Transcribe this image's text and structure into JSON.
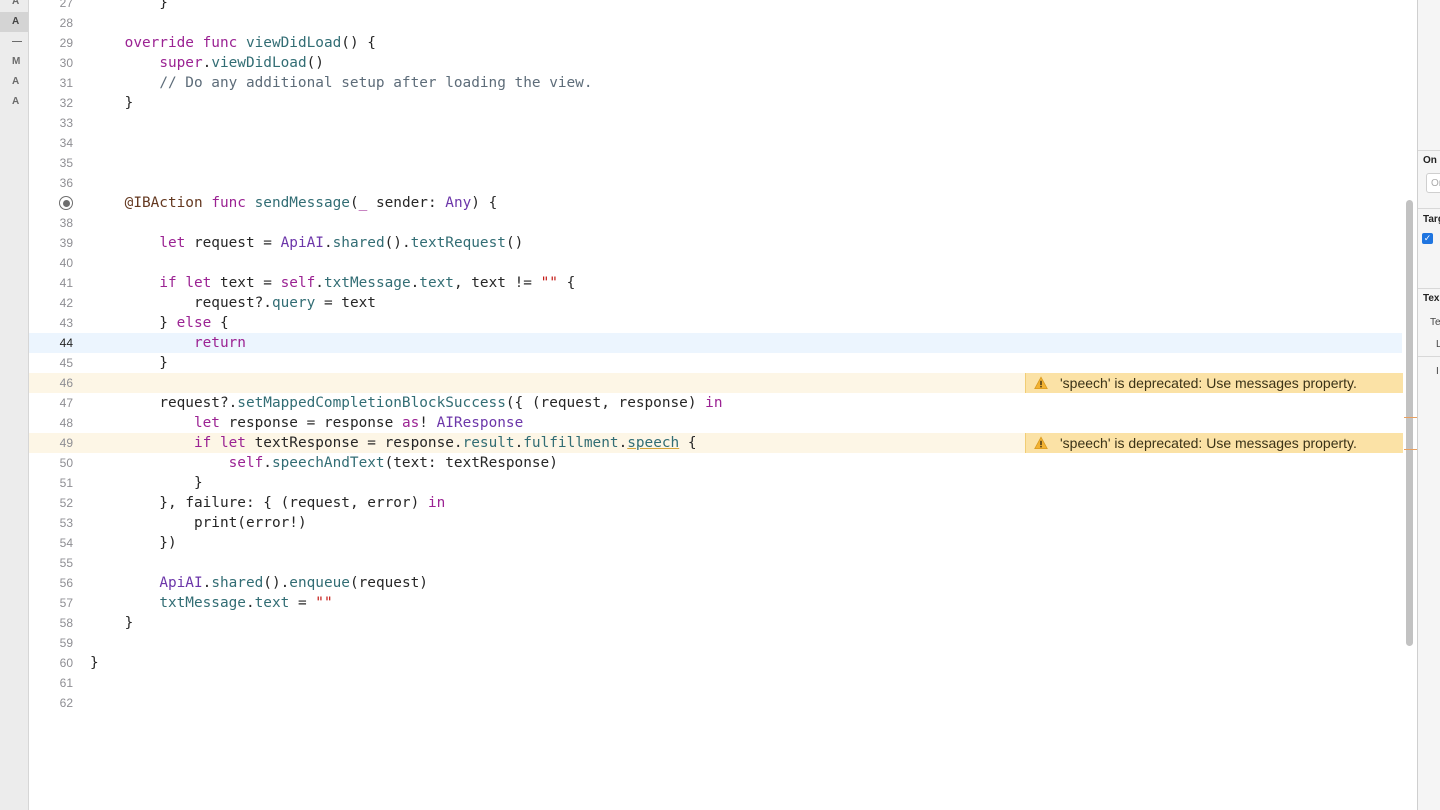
{
  "scm_status": {
    "badges": [
      "A",
      "A",
      "—",
      "M",
      "A",
      "A"
    ],
    "selected_index": 1
  },
  "editor": {
    "current_line": 44,
    "lines": [
      {
        "n": "27",
        "text": "        }"
      },
      {
        "n": "28",
        "text": ""
      },
      {
        "n": "29",
        "text": "    override func viewDidLoad() {"
      },
      {
        "n": "30",
        "text": "        super.viewDidLoad()"
      },
      {
        "n": "31",
        "text": "        // Do any additional setup after loading the view."
      },
      {
        "n": "32",
        "text": "    }"
      },
      {
        "n": "33",
        "text": ""
      },
      {
        "n": "34",
        "text": ""
      },
      {
        "n": "35",
        "text": ""
      },
      {
        "n": "36",
        "text": ""
      },
      {
        "n": "",
        "text": "    @IBAction func sendMessage(_ sender: Any) {"
      },
      {
        "n": "38",
        "text": ""
      },
      {
        "n": "39",
        "text": "        let request = ApiAI.shared().textRequest()"
      },
      {
        "n": "40",
        "text": ""
      },
      {
        "n": "41",
        "text": "        if let text = self.txtMessage.text, text != \"\" {"
      },
      {
        "n": "42",
        "text": "            request?.query = text"
      },
      {
        "n": "43",
        "text": "        } else {"
      },
      {
        "n": "44",
        "text": "            return"
      },
      {
        "n": "45",
        "text": "        }"
      },
      {
        "n": "46",
        "text": ""
      },
      {
        "n": "47",
        "text": "        request?.setMappedCompletionBlockSuccess({ (request, response) in"
      },
      {
        "n": "48",
        "text": "            let response = response as! AIResponse"
      },
      {
        "n": "49",
        "text": "            if let textResponse = response.result.fulfillment.speech {"
      },
      {
        "n": "50",
        "text": "                self.speechAndText(text: textResponse)"
      },
      {
        "n": "51",
        "text": "            }"
      },
      {
        "n": "52",
        "text": "        }, failure: { (request, error) in"
      },
      {
        "n": "53",
        "text": "            print(error!)"
      },
      {
        "n": "54",
        "text": "        })"
      },
      {
        "n": "55",
        "text": ""
      },
      {
        "n": "56",
        "text": "        ApiAI.shared().enqueue(request)"
      },
      {
        "n": "57",
        "text": "        txtMessage.text = \"\""
      },
      {
        "n": "58",
        "text": "    }"
      },
      {
        "n": "59",
        "text": ""
      },
      {
        "n": "60",
        "text": "}"
      },
      {
        "n": "61",
        "text": ""
      },
      {
        "n": "62",
        "text": ""
      }
    ],
    "warnings": [
      {
        "line": 46,
        "message": "'speech' is deprecated: Use messages property."
      },
      {
        "line": 49,
        "message": "'speech' is deprecated: Use messages property."
      }
    ]
  },
  "inspector": {
    "section_on": "On",
    "field_placeholder": "Or",
    "section_target": "Targ",
    "section_text": "Tex",
    "label_te": "Te",
    "label_l": "L",
    "label_i": "I"
  },
  "colors": {
    "keyword": "#9b2393",
    "function": "#326d74",
    "type": "#6c36a9",
    "comment": "#5d6c79",
    "string": "#c41a16",
    "warning_bg": "#fbe2a6",
    "current_line_bg": "#ecf5fe"
  }
}
